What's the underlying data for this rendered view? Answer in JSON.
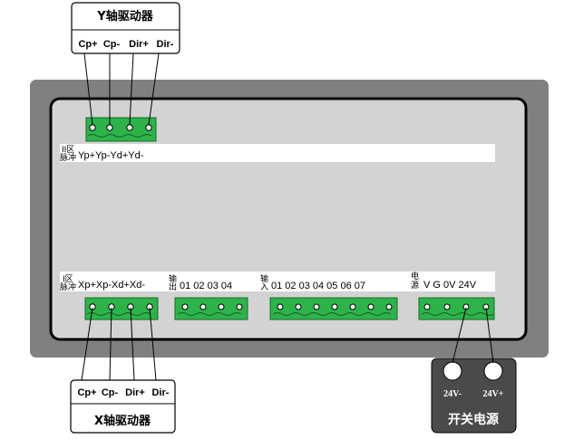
{
  "y_driver": {
    "title": "Y轴驱动器",
    "pins": [
      "Cp+",
      "Cp-",
      "Dir+",
      "Dir-"
    ]
  },
  "x_driver": {
    "title": "X轴驱动器",
    "pins": [
      "Cp+",
      "Cp-",
      "Dir+",
      "Dir-"
    ]
  },
  "zone2": {
    "zone_label": "II区",
    "pulse_label": "脉冲",
    "signals": "Yp+Yp-Yd+Yd-"
  },
  "zone1": {
    "zone_label": "I区",
    "pulse_label": "脉冲",
    "signals": "Xp+Xp-Xd+Xd-"
  },
  "output": {
    "label_top": "输",
    "label_bottom": "出",
    "pins": "01 02 03 04"
  },
  "input": {
    "label_top": "输",
    "label_bottom": "入",
    "pins": "01 02 03 04 05 06 07"
  },
  "power": {
    "label_top": "电",
    "label_bottom": "源",
    "pins": "V G 0V 24V"
  },
  "switch_psu": {
    "title": "开关电源",
    "terminals": [
      "24V-",
      "24V+"
    ]
  },
  "colors": {
    "panel_outer": "#808080",
    "panel_inner": "#d3d3d3",
    "terminal_green": "#2db34a",
    "psu_body": "#4a4a4a"
  }
}
